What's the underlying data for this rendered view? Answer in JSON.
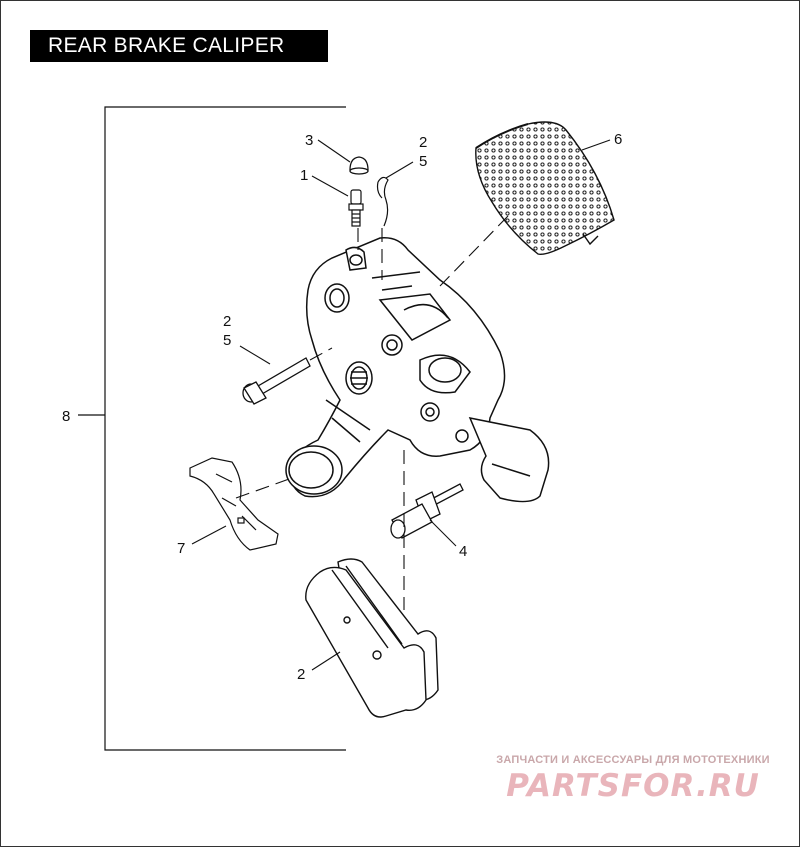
{
  "title": "REAR BRAKE CALIPER",
  "callouts": {
    "c1": "1",
    "c2a": "2",
    "c2b": "2",
    "c2c": "2",
    "c3": "3",
    "c4": "4",
    "c5a": "5",
    "c5b": "5",
    "c6": "6",
    "c7": "7",
    "c8": "8"
  },
  "watermark": {
    "tagline": "ЗАПЧАСТИ И АКСЕССУАРЫ ДЛЯ МОТОТЕХНИКИ",
    "brand": "PARTSFOR.RU"
  },
  "colors": {
    "line": "#111111",
    "watermark": "#e9b5bb"
  }
}
